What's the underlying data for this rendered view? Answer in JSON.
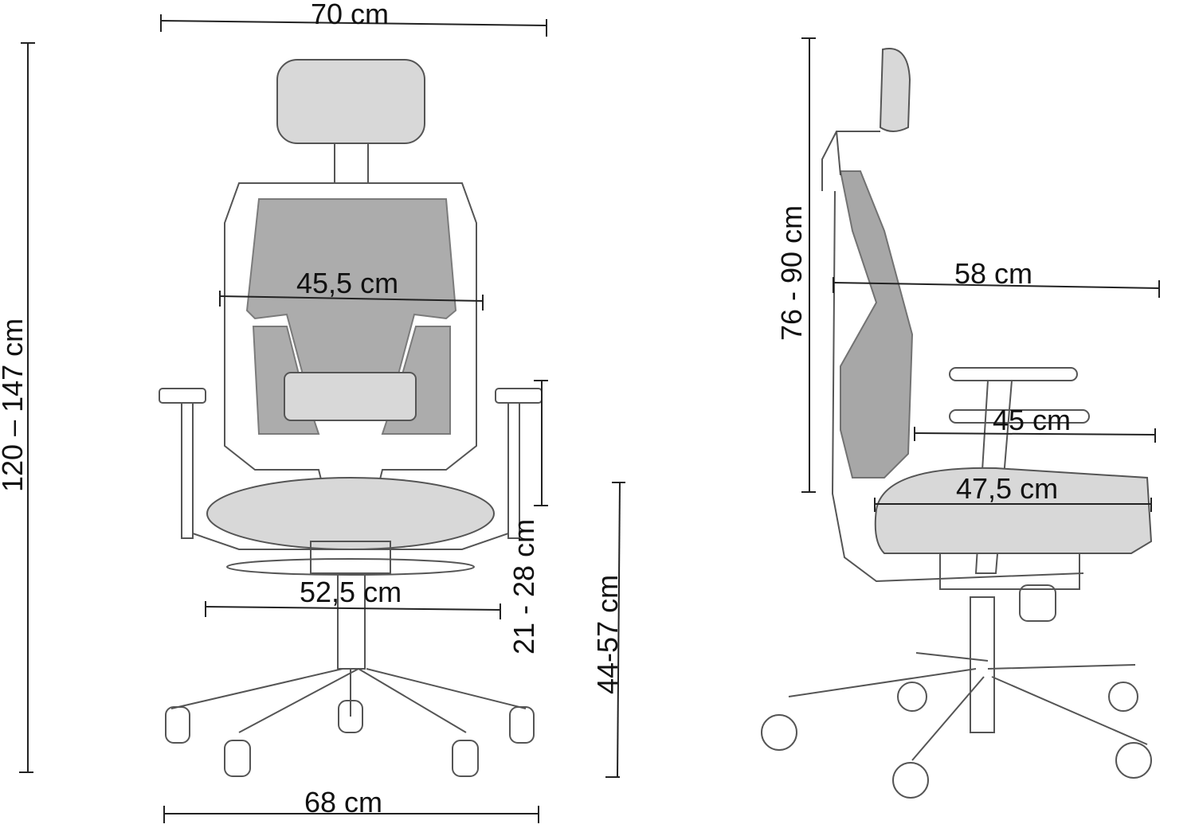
{
  "title": "Office chair dimensions",
  "front_view": {
    "overall_width": "70 cm",
    "overall_height": "120 – 147 cm",
    "backrest_width": "45,5 cm",
    "seat_width": "52,5 cm",
    "armrest_height": "21 - 28 cm",
    "seat_height": "44-57 cm",
    "base_width": "68  cm"
  },
  "side_view": {
    "backrest_height": "76 - 90  cm",
    "overall_depth": "58 cm",
    "armrest_depth": "45 cm",
    "seat_depth": "47,5 cm"
  }
}
